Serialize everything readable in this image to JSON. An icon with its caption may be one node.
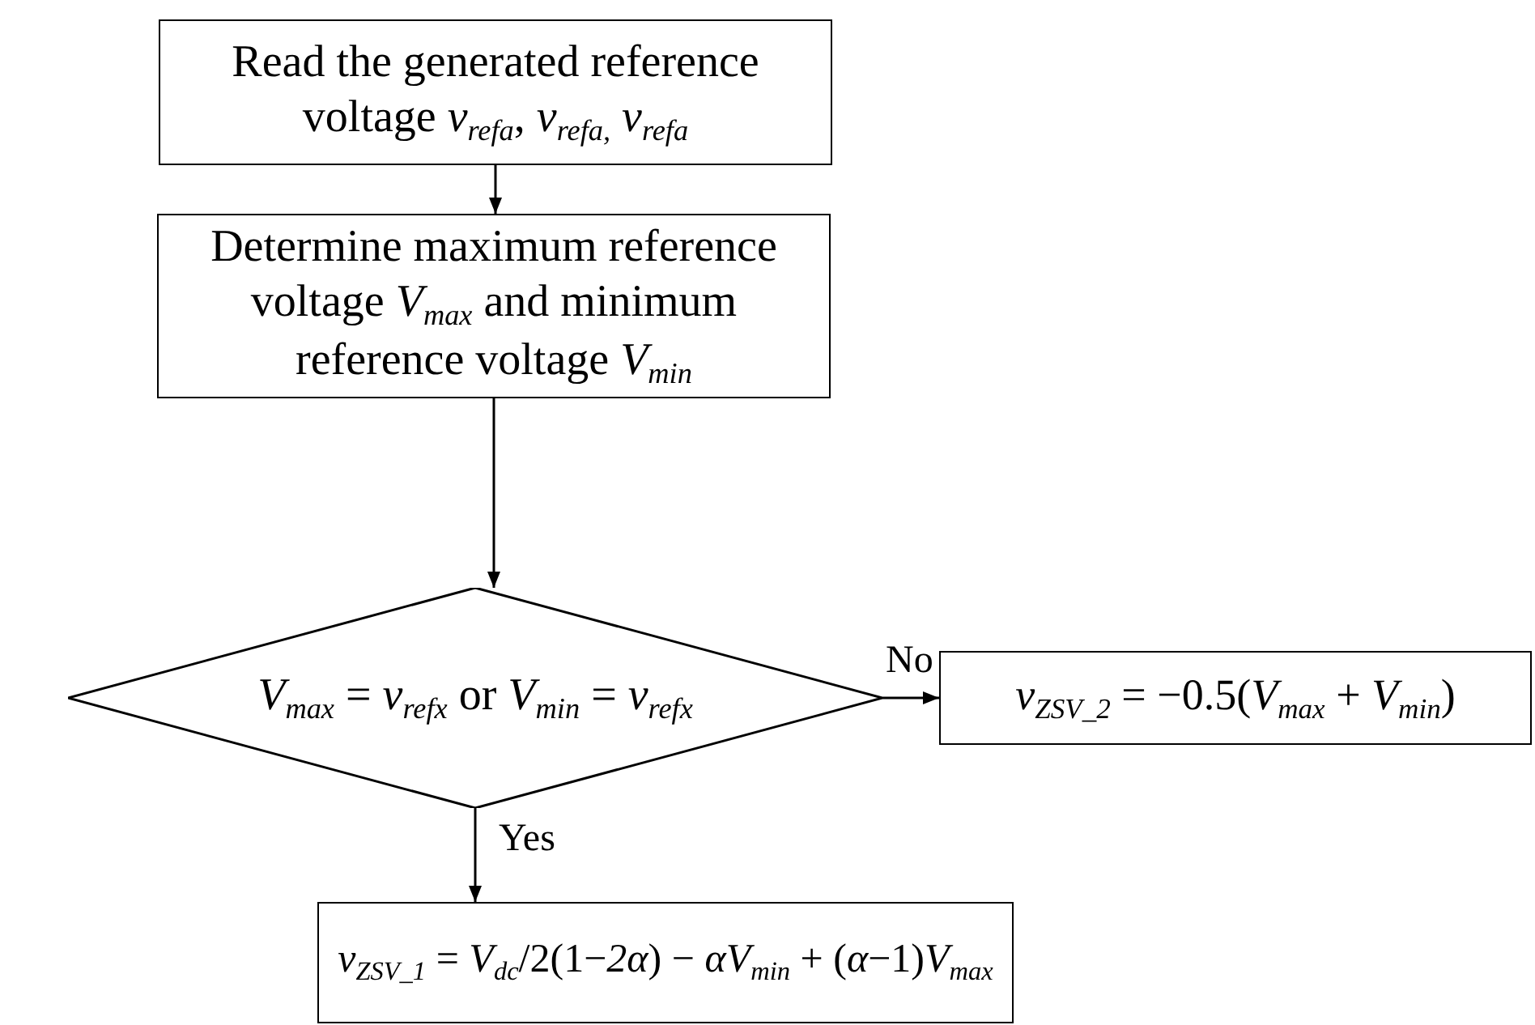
{
  "diagram": {
    "nodes": [
      {
        "text": [
          "Read the generated reference voltage *v*$_{refa}$, *v*$_{refa,}$ *v*$_{refa}$"
        ]
      },
      {
        "text": [
          "Determine maximum reference voltage *V*$_{max}$ and minimum reference voltage *V*$_{min}$"
        ]
      },
      {
        "text": [
          "*V*$_{max}$ = *v*$_{refx}$ or *V*$_{min}$ = *v*$_{refx}$"
        ]
      },
      {
        "text": [
          "*v*$_{ZSV_2}$ = −0.5(*V*$_{max}$ + *V*$_{min}$)"
        ]
      },
      {
        "text": [
          "*v*$_{ZSV_1}$ = *V*$_{dc}$/2(1−*2α*) − *αV*$_{min}$ + (*α*−1)*V*$_{max}$"
        ]
      }
    ],
    "edges": [
      {
        "from": 0,
        "to": 1,
        "arrow": "to"
      },
      {
        "from": 1,
        "to": 2,
        "arrow": "to"
      },
      {
        "from": 2,
        "to": 3,
        "arrow": "to",
        "label": "No"
      },
      {
        "from": 2,
        "to": 4,
        "arrow": "to",
        "label": "Yes"
      }
    ]
  }
}
